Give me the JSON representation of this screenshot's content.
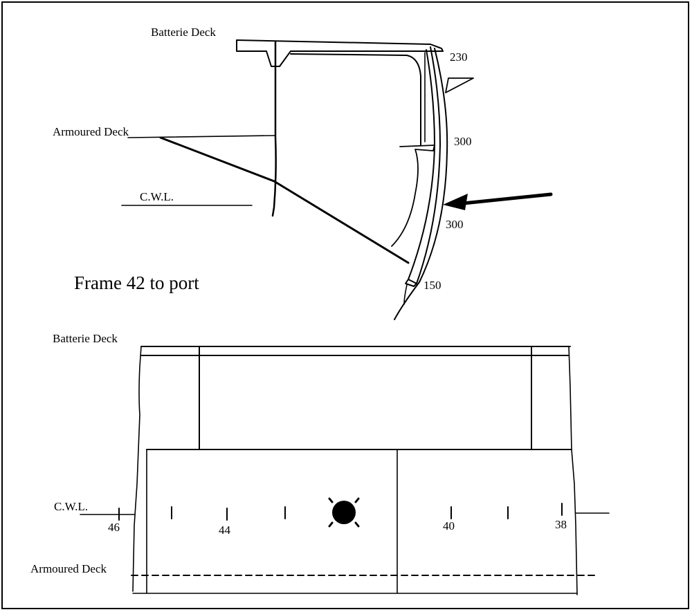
{
  "upper": {
    "caption": "Frame 42 to port",
    "labels": {
      "batterie_deck": "Batterie Deck",
      "armoured_deck": "Armoured Deck",
      "cwl": "C.W.L."
    },
    "thicknesses": [
      "230",
      "300",
      "300",
      "150"
    ]
  },
  "lower": {
    "labels": {
      "batterie_deck": "Batterie Deck",
      "cwl": "C.W.L.",
      "armoured_deck": "Armoured Deck"
    },
    "frame_numbers": [
      "46",
      "44",
      "40",
      "38"
    ]
  }
}
